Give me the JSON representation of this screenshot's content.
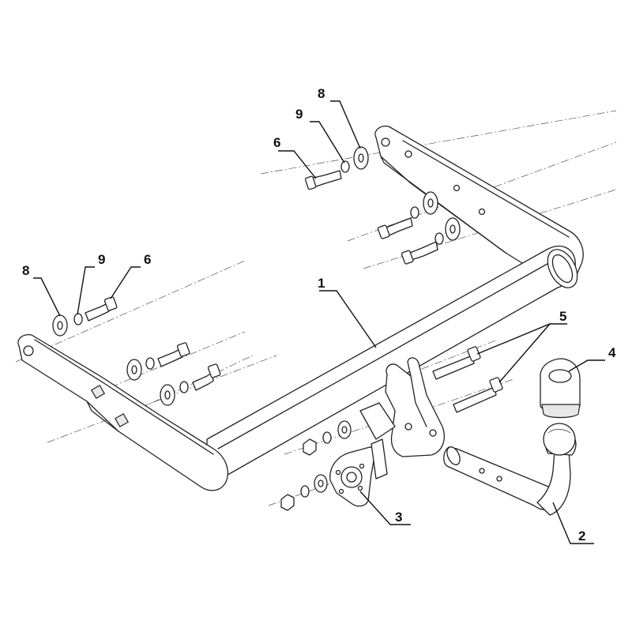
{
  "callouts": {
    "c1": "1",
    "c2": "2",
    "c3": "3",
    "c4": "4",
    "c5": "5",
    "c6_top": "6",
    "c8_top": "8",
    "c9_top": "9",
    "c6_left": "6",
    "c8_left": "8",
    "c9_left": "9"
  }
}
